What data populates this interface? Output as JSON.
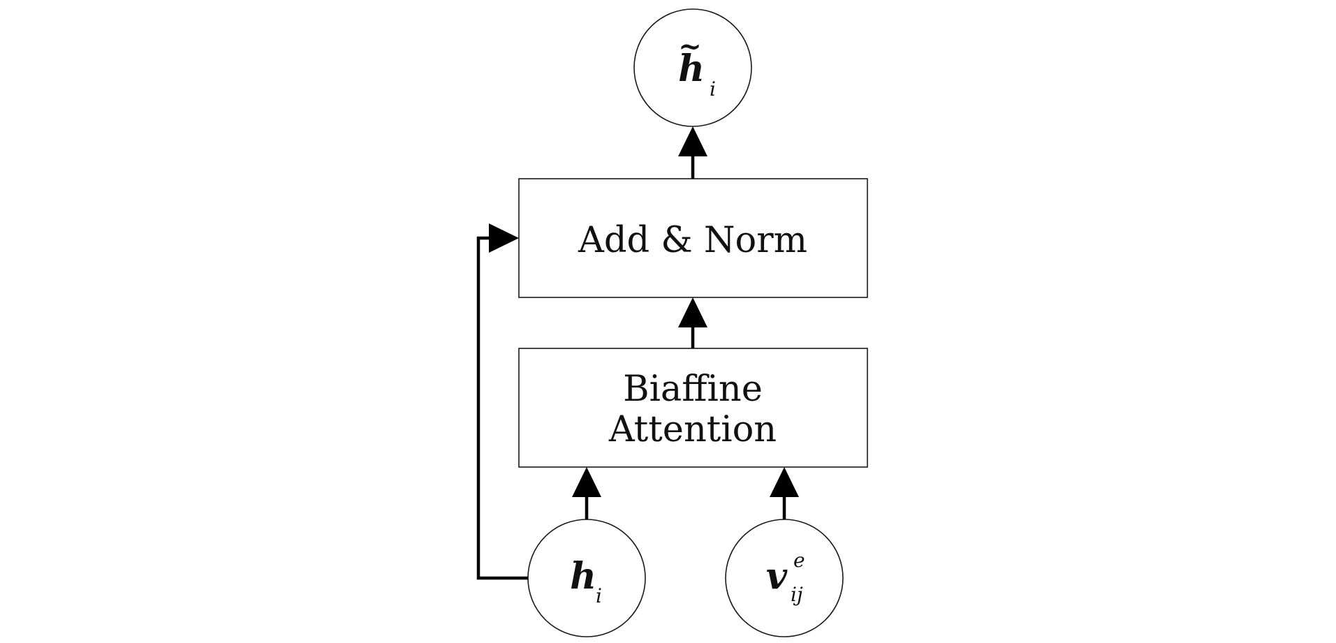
{
  "diagram": {
    "blocks": {
      "add_norm": "Add & Norm",
      "attention_line1": "Biaffine",
      "attention_line2": "Attention"
    },
    "nodes": {
      "output": {
        "symbol": "h",
        "accent": "~",
        "subscript": "i"
      },
      "input_h": {
        "symbol": "h",
        "subscript": "i"
      },
      "input_v": {
        "symbol": "v",
        "superscript": "e",
        "subscript": "ij"
      }
    }
  }
}
